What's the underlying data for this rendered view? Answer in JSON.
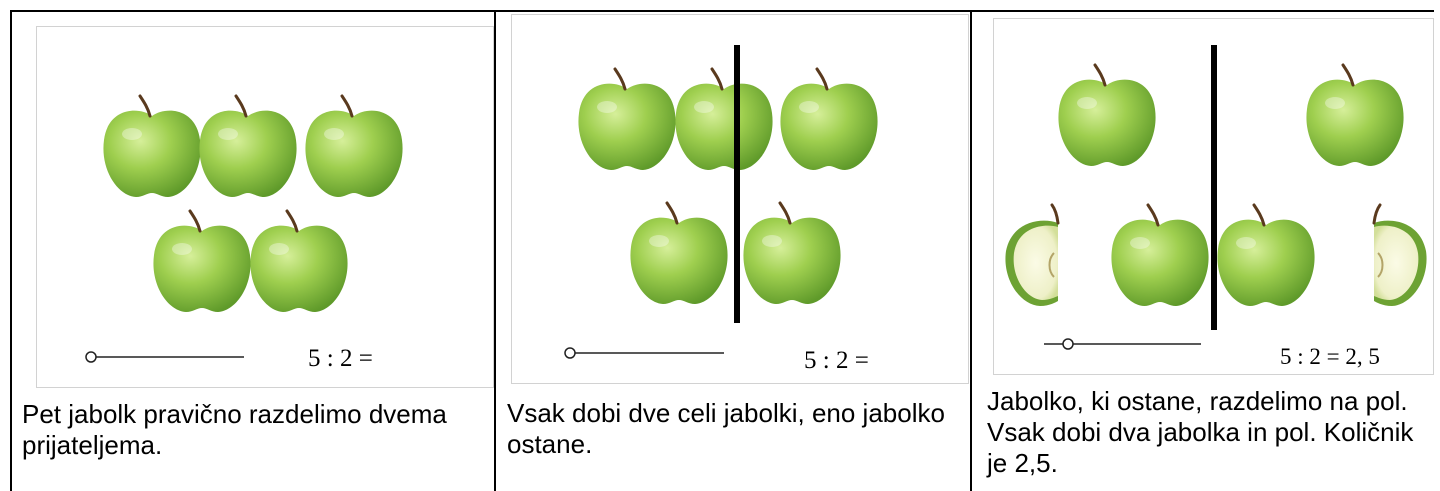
{
  "apple_color": "#8cc63f",
  "panels": [
    {
      "equation": "5 : 2 =",
      "caption": "Pet jabolk pravično razdelimo dvema prijateljema."
    },
    {
      "equation": "5 : 2 =",
      "caption": "Vsak dobi dve celi jabolki, eno jabolko ostane."
    },
    {
      "equation": "5 : 2 = 2, 5",
      "caption": "Jabolko, ki ostane, razdelimo na pol. Vsak dobi dva jabolka in pol. Količnik je 2,5."
    }
  ]
}
